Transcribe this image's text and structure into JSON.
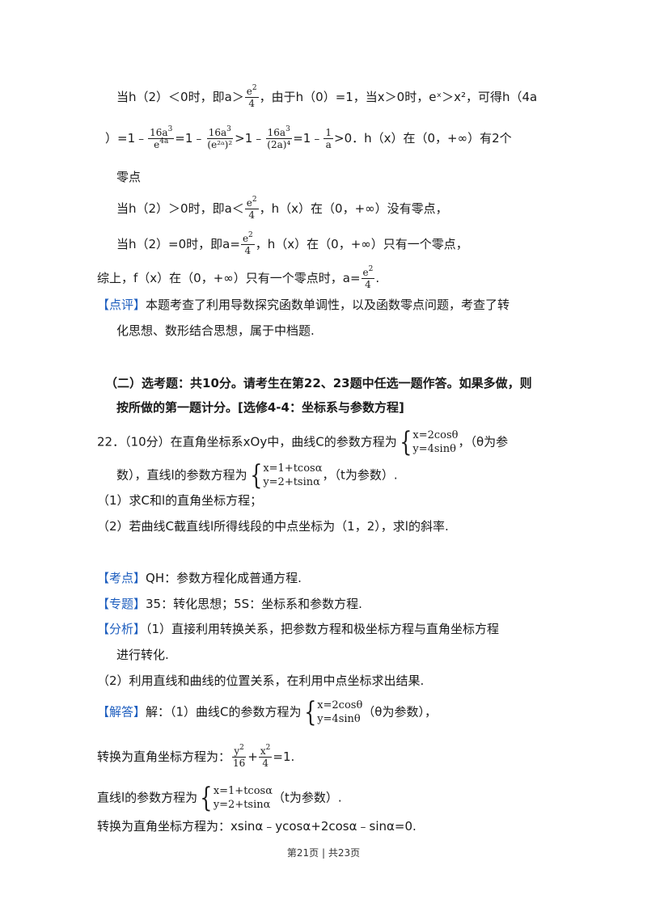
{
  "l1": {
    "pre": "当h（2）＜0时，即a＞",
    "frac_num": "e",
    "frac_num_sup": "2",
    "frac_den": "4",
    "post": "，由于h（0）=1，当x＞0时，eˣ＞x²，可得h（4a"
  },
  "l2": {
    "t0": "）=1﹣",
    "f1n": "16a",
    "f1n_sup": "3",
    "f1d": "e",
    "f1d_sup": "4a",
    "t1": "=1﹣",
    "f2n": "16a",
    "f2n_sup": "3",
    "f2d": "(e²ᵃ)²",
    "t2": ">1﹣",
    "f3n": "16a",
    "f3n_sup": "3",
    "f3d": "(2a)⁴",
    "t3": "=1﹣",
    "f4n": "1",
    "f4d": "a",
    "t4": ">0．h（x）在（0，+∞）有2个"
  },
  "l3": "零点",
  "l4": {
    "pre": "当h（2）＞0时，即a＜",
    "fn": "e",
    "fn_sup": "2",
    "fd": "4",
    "post": "，h（x）在（0，+∞）没有零点，"
  },
  "l5": {
    "pre": "当h（2）=0时，即a=",
    "fn": "e",
    "fn_sup": "2",
    "fd": "4",
    "post": "，h（x）在（0，+∞）只有一个零点，"
  },
  "l6": {
    "pre": "综上，f（x）在（0，+∞）只有一个零点时，a=",
    "fn": "e",
    "fn_sup": "2",
    "fd": "4",
    "post": "."
  },
  "comment": {
    "tag": "【点评】",
    "line1": "本题考查了利用导数探究函数单调性，以及函数零点问题，考查了转",
    "line2": "化思想、数形结合思想，属于中档题."
  },
  "section": {
    "line1": "（二）选考题：共10分。请考生在第22、23题中任选一题作答。如果多做，则",
    "line2": "按所做的第一题计分。[选修4-4：坐标系与参数方程]"
  },
  "q22": {
    "pre": "22．（10分）在直角坐标系xOy中，曲线C的参数方程为",
    "sys1": "x=2cosθ",
    "sys2": "y=4sinθ",
    "post": "，（θ为参"
  },
  "q22b": {
    "pre": "数），直线l的参数方程为",
    "sys1": "x=1+tcosα",
    "sys2": "y=2+tsinα",
    "post": "，（t为参数）."
  },
  "q22p1": "（1）求C和l的直角坐标方程；",
  "q22p2": "（2）若曲线C截直线l所得线段的中点坐标为（1，2），求l的斜率.",
  "kaodian": {
    "tag": "【考点】",
    "text": "QH：参数方程化成普通方程."
  },
  "zhuanti": {
    "tag": "【专题】",
    "text": "35：转化思想；5S：坐标系和参数方程."
  },
  "fenxi": {
    "tag": "【分析】",
    "line1": "（1）直接利用转换关系，把参数方程和极坐标方程与直角坐标方程",
    "line2": "进行转化."
  },
  "fenxi2": "（2）利用直线和曲线的位置关系，在利用中点坐标求出结果.",
  "jieda": {
    "tag": "【解答】",
    "pre": "解：（1）曲线C的参数方程为",
    "sys1": "x=2cosθ",
    "sys2": "y=4sinθ",
    "post": "（θ为参数），"
  },
  "conv1": {
    "pre": "转换为直角坐标方程为：",
    "f1n": "y",
    "f1n_sup": "2",
    "f1d": "16",
    "plus": "+",
    "f2n": "x",
    "f2n_sup": "2",
    "f2d": "4",
    "post": "=1."
  },
  "line_l": {
    "pre": "直线l的参数方程为",
    "sys1": "x=1+tcosα",
    "sys2": "y=2+tsinα",
    "post": "（t为参数）."
  },
  "conv2": "转换为直角坐标方程为：xsinα﹣ycosα+2cosα﹣sinα=0.",
  "footer": "第21页 | 共23页"
}
